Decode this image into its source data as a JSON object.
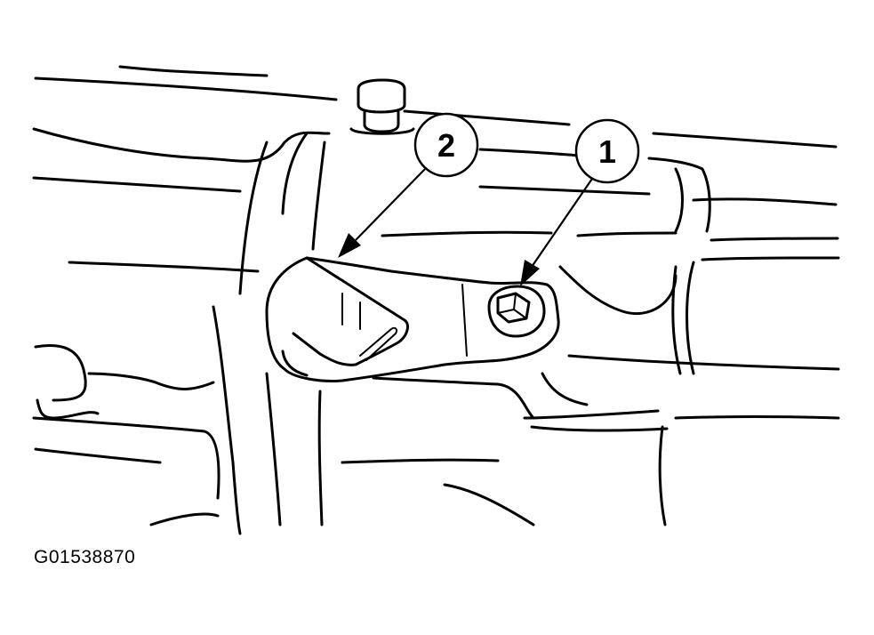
{
  "figure": {
    "callouts": [
      {
        "number": "1",
        "target": "bolt"
      },
      {
        "number": "2",
        "target": "sensor"
      }
    ],
    "figure_id": "G01538870"
  }
}
